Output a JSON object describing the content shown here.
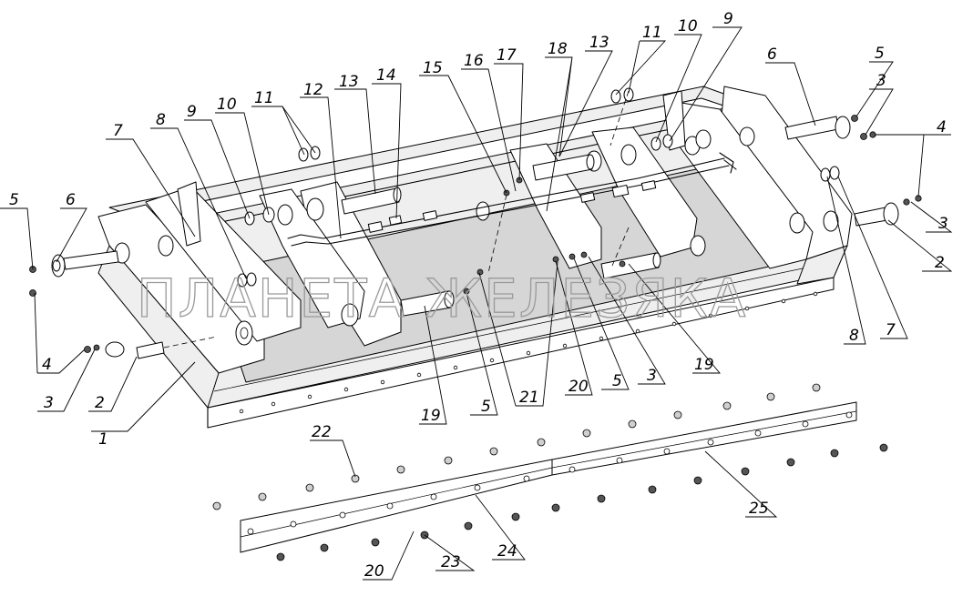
{
  "watermark": "ПЛАНЕТА ЖЕЛЕЗЯКА",
  "callouts": {
    "c1": "1",
    "c2_left": "2",
    "c2_right": "2",
    "c3_left": "3",
    "c3_right_top": "3",
    "c3_right": "3",
    "c3_center": "3",
    "c4_left": "4",
    "c4_right": "4",
    "c5_left": "5",
    "c5_right": "5",
    "c5_center": "5",
    "c5_center2": "5",
    "c6_left": "6",
    "c6_right": "6",
    "c7_left": "7",
    "c7_right": "7",
    "c8_left": "8",
    "c8_right": "8",
    "c9_left": "9",
    "c9_right": "9",
    "c10_left": "10",
    "c10_right": "10",
    "c11_left": "11",
    "c11_right": "11",
    "c12": "12",
    "c13_left": "13",
    "c13_right": "13",
    "c14": "14",
    "c15": "15",
    "c16": "16",
    "c17": "17",
    "c18": "18",
    "c19_left": "19",
    "c19_right": "19",
    "c20_center": "20",
    "c20_bottom": "20",
    "c21": "21",
    "c22": "22",
    "c23": "23",
    "c24": "24",
    "c25": "25"
  }
}
